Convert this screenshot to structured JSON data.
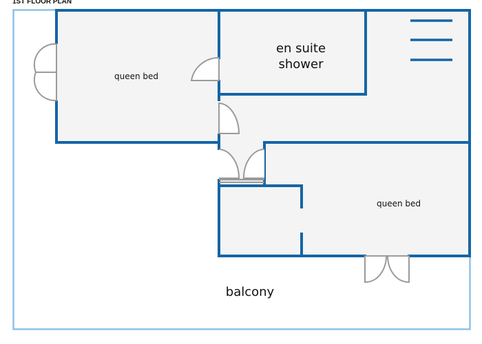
{
  "plan": {
    "title": "1ST FLOOR PLAN",
    "rooms": {
      "bedroom_1": "queen bed",
      "ensuite": [
        "en suite",
        "shower"
      ],
      "bedroom_2": "queen bed",
      "balcony": "balcony"
    }
  },
  "colors": {
    "wall": "#1565a6",
    "floor": "#f4f4f4",
    "balcony_outline": "#8cc3e6",
    "door": "#9a9a9a"
  }
}
